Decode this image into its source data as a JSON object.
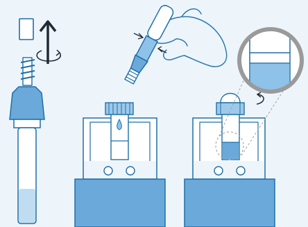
{
  "colors": {
    "background": "#edf5fb",
    "outline": "#1f6fa6",
    "liquid": "#8fc2e8",
    "liquid_light": "#bfdcf1",
    "base": "#6aa9da",
    "cap": "#9ec9ea",
    "magnifier_ring": "#9a9a9a",
    "guide_lines": "#a6a6a6",
    "hand": "#2a78b0",
    "white": "#ffffff"
  },
  "diagram": {
    "panels": [
      "uncap-tube",
      "squeeze-dropper",
      "screw-cap-magnified"
    ],
    "icons": [
      "up-arrow-icon",
      "rotate-icon",
      "squeeze-arrows-icon",
      "drop-icon",
      "rotate-cap-icon",
      "magnifier-icon"
    ],
    "text": []
  }
}
